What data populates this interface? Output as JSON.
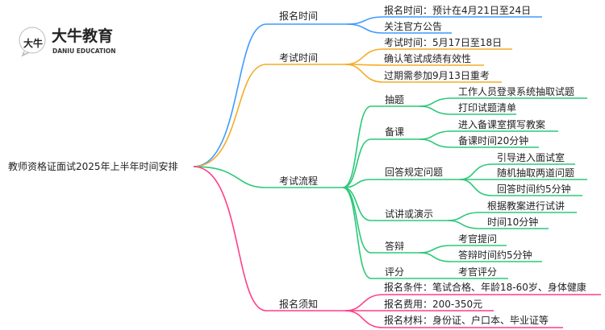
{
  "logo": {
    "name_cn": "大牛教育",
    "name_en": "DANIU EDUCATION",
    "mark": "大牛"
  },
  "root": "教师资格证面试2025年上半年时间安排",
  "colors": {
    "blue": "#3d9bff",
    "orange": "#f5ac26",
    "green": "#2bc878",
    "pink": "#ff3d88"
  },
  "branches": {
    "signup_time": {
      "label": "报名时间",
      "items": [
        "报名时间：预计在4月21日至24日",
        "关注官方公告"
      ]
    },
    "exam_time": {
      "label": "考试时间",
      "items": [
        "考试时间：5月17日至18日",
        "确认笔试成绩有效性",
        "过期需参加9月13日重考"
      ]
    },
    "process": {
      "label": "考试流程",
      "steps": [
        {
          "label": "抽题",
          "items": [
            "工作人员登录系统抽取试题",
            "打印试题清单"
          ]
        },
        {
          "label": "备课",
          "items": [
            "进入备课室撰写教案",
            "备课时间20分钟"
          ]
        },
        {
          "label": "回答规定问题",
          "items": [
            "引导进入面试室",
            "随机抽取两道问题",
            "回答时间约5分钟"
          ]
        },
        {
          "label": "试讲或演示",
          "items": [
            "根据教案进行试讲",
            "时间10分钟"
          ]
        },
        {
          "label": "答辩",
          "items": [
            "考官提问",
            "答辩时间约5分钟"
          ]
        },
        {
          "label": "评分",
          "items": [
            "考官评分"
          ]
        }
      ]
    },
    "notice": {
      "label": "报名须知",
      "items": [
        "报名条件：笔试合格、年龄18-60岁、身体健康",
        "报名费用：200-350元",
        "报名材料：身份证、户口本、毕业证等"
      ]
    }
  }
}
